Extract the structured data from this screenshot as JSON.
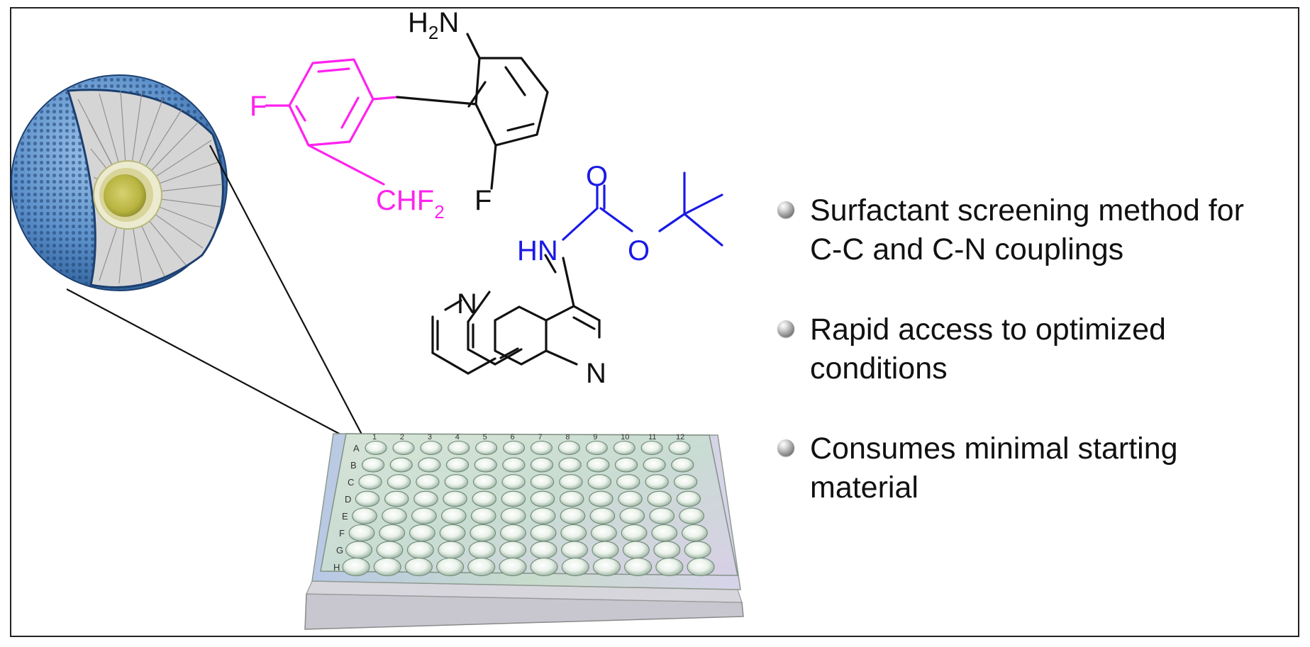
{
  "colors": {
    "magenta_fragment": "#ff22ee",
    "blue_fragment": "#1a1ae6",
    "black_fragment": "#111111",
    "micelle_blue": "#4a7fbf",
    "plate_green": "#cfe2d4"
  },
  "molecules": {
    "biaryl": {
      "amine_label": "H2N",
      "amine_prefix": "H",
      "amine_sub": "2",
      "amine_suffix": "N",
      "fluoro_left": "F",
      "fluoro_right": "F",
      "difluoromethyl_prefix": "CHF",
      "difluoromethyl_sub": "2"
    },
    "carbamate": {
      "carbonyl_oxygen": "O",
      "ester_oxygen": "O",
      "nh_label": "HN"
    },
    "naphthyridine": {
      "ring_n1": "N",
      "ring_n2": "N"
    }
  },
  "plate": {
    "column_labels": [
      "1",
      "2",
      "3",
      "4",
      "5",
      "6",
      "7",
      "8",
      "9",
      "10",
      "11",
      "12"
    ],
    "row_labels": [
      "A",
      "B",
      "C",
      "D",
      "E",
      "F",
      "G",
      "H"
    ]
  },
  "bullets": [
    {
      "icon": "sphere-bullet-icon",
      "line1": "Surfactant screening method for",
      "line2": "C-C and C-N couplings"
    },
    {
      "icon": "sphere-bullet-icon",
      "line1": "Rapid access to optimized",
      "line2": "conditions"
    },
    {
      "icon": "sphere-bullet-icon",
      "line1": "Consumes minimal starting",
      "line2": "material"
    }
  ]
}
